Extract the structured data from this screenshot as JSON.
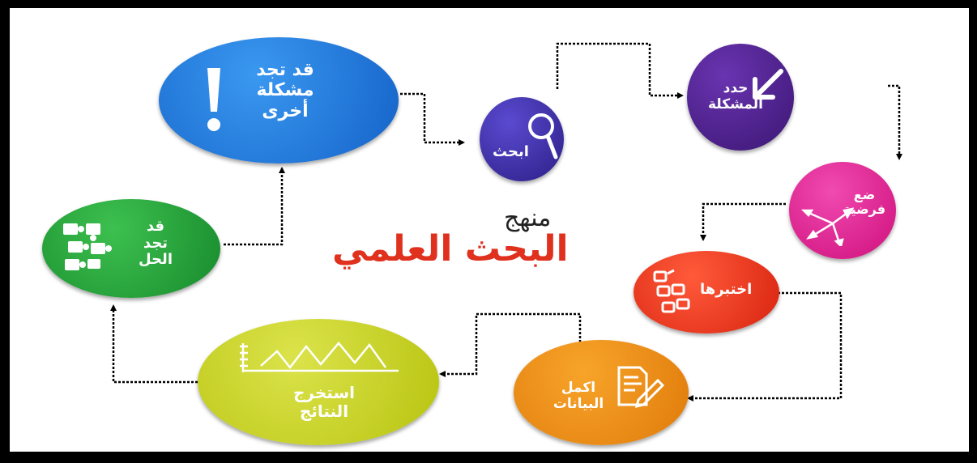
{
  "title": {
    "line1": "منهج",
    "line2": "البحث العلمي"
  },
  "steps": [
    {
      "label": "ابحث",
      "icon": "magnifier-icon",
      "color": "#3f2fa3"
    },
    {
      "label": "حدد\nالمشكلة",
      "icon": "arrow-down-left-icon",
      "color": "#4b1f8c"
    },
    {
      "label": "ضع\nفرضية",
      "icon": "scatter-arrows-icon",
      "color": "#e2188e"
    },
    {
      "label": "اختبرها",
      "icon": "checklist-icon",
      "color": "#e8321f"
    },
    {
      "label": "اكمل\nالبيانات",
      "icon": "document-pen-icon",
      "color": "#ee8a12"
    },
    {
      "label": "استخرج\nالنتائج",
      "icon": "line-graph-icon",
      "color": "#c7d321"
    },
    {
      "label": "قد\nتجد\nالحل",
      "icon": "puzzle-pieces-icon",
      "color": "#1fa23c"
    },
    {
      "label": "قد تجد\nمشكلة\nأخرى",
      "icon": "exclamation-icon",
      "color": "#1f78d8"
    }
  ]
}
